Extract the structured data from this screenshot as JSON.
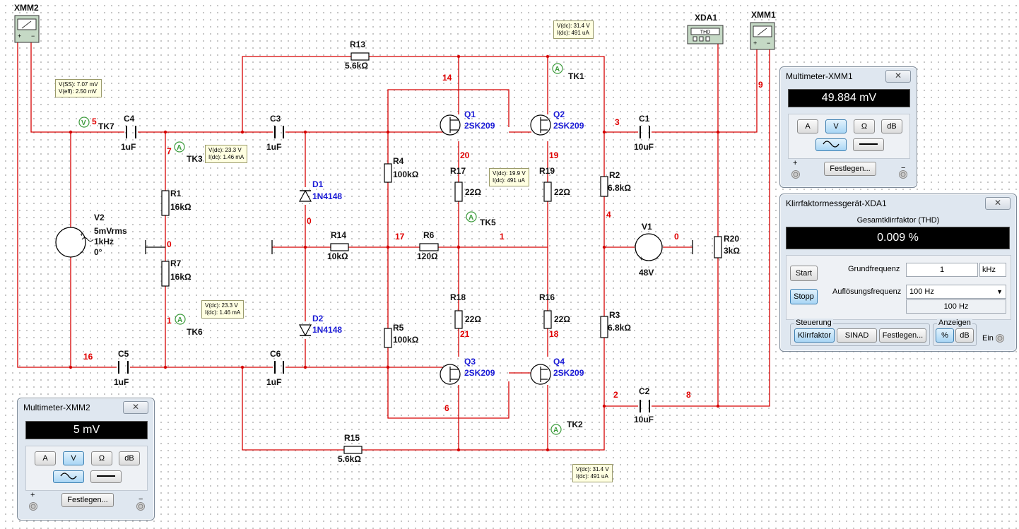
{
  "schematic": {
    "instruments": {
      "xmm2": "XMM2",
      "xda1": "XDA1",
      "xda1_face": "THD",
      "xmm1": "XMM1"
    },
    "components": [
      {
        "id": "r13",
        "ref": "R13",
        "value": "5.6kΩ"
      },
      {
        "id": "r15",
        "ref": "R15",
        "value": "5.6kΩ"
      },
      {
        "id": "c4",
        "ref": "C4",
        "value": "1uF"
      },
      {
        "id": "c3",
        "ref": "C3",
        "value": "1uF"
      },
      {
        "id": "c5",
        "ref": "C5",
        "value": "1uF"
      },
      {
        "id": "c6",
        "ref": "C6",
        "value": "1uF"
      },
      {
        "id": "c1",
        "ref": "C1",
        "value": "10uF"
      },
      {
        "id": "c2",
        "ref": "C2",
        "value": "10uF"
      },
      {
        "id": "r1",
        "ref": "R1",
        "value": "16kΩ"
      },
      {
        "id": "r7",
        "ref": "R7",
        "value": "16kΩ"
      },
      {
        "id": "v2",
        "ref": "V2",
        "value": "5mVrms",
        "extra1": "1kHz",
        "extra2": "0°"
      },
      {
        "id": "d1",
        "ref": "D1",
        "value": "1N4148"
      },
      {
        "id": "d2",
        "ref": "D2",
        "value": "1N4148"
      },
      {
        "id": "r14",
        "ref": "R14",
        "value": "10kΩ"
      },
      {
        "id": "r6",
        "ref": "R6",
        "value": "120Ω"
      },
      {
        "id": "r4",
        "ref": "R4",
        "value": "100kΩ"
      },
      {
        "id": "r5",
        "ref": "R5",
        "value": "100kΩ"
      },
      {
        "id": "r17",
        "ref": "R17",
        "value": "22Ω"
      },
      {
        "id": "r19",
        "ref": "R19",
        "value": "22Ω"
      },
      {
        "id": "r18",
        "ref": "R18",
        "value": "22Ω"
      },
      {
        "id": "r16",
        "ref": "R16",
        "value": "22Ω"
      },
      {
        "id": "q1",
        "ref": "Q1",
        "value": "2SK209"
      },
      {
        "id": "q2",
        "ref": "Q2",
        "value": "2SK209"
      },
      {
        "id": "q3",
        "ref": "Q3",
        "value": "2SK209"
      },
      {
        "id": "q4",
        "ref": "Q4",
        "value": "2SK209"
      },
      {
        "id": "r2",
        "ref": "R2",
        "value": "6.8kΩ"
      },
      {
        "id": "r3",
        "ref": "R3",
        "value": "6.8kΩ"
      },
      {
        "id": "v1",
        "ref": "V1",
        "value": "48V"
      },
      {
        "id": "r20",
        "ref": "R20",
        "value": "3kΩ"
      }
    ],
    "nets": [
      "5",
      "14",
      "20",
      "19",
      "3",
      "9",
      "0",
      "17",
      "1",
      "4",
      "0",
      "16",
      "21",
      "18",
      "6",
      "2",
      "8",
      "0",
      "1",
      "7"
    ],
    "probes": [
      {
        "id": "tk1",
        "name": "TK1",
        "line1": "V(dc): 31.4 V",
        "line2": "I(dc): 491 uA"
      },
      {
        "id": "tk2",
        "name": "TK2",
        "line1": "V(dc): 31.4 V",
        "line2": "I(dc): 491 uA"
      },
      {
        "id": "tk3",
        "name": "TK3",
        "line1": "V(dc): 23.3 V",
        "line2": "I(dc): 1.46 mA"
      },
      {
        "id": "tk5",
        "name": "TK5",
        "line1": "V(dc): 19.9 V",
        "line2": "I(dc): 491 uA"
      },
      {
        "id": "tk6",
        "name": "TK6",
        "line1": "V(dc): 23.3 V",
        "line2": "I(dc): 1.46 mA"
      },
      {
        "id": "tk7",
        "name": "TK7",
        "line1": "V(SS): 7.07 mV",
        "line2": "V(eff): 2.50 mV"
      }
    ]
  },
  "multimeter_xmm1": {
    "title": "Multimeter-XMM1",
    "reading": "49.884 mV",
    "buttons": {
      "a": "A",
      "v": "V",
      "ohm": "Ω",
      "db": "dB"
    },
    "selected": "V",
    "mode": "ac",
    "set_button": "Festlegen...",
    "plus": "+",
    "minus": "−"
  },
  "multimeter_xmm2": {
    "title": "Multimeter-XMM2",
    "reading": "5 mV",
    "buttons": {
      "a": "A",
      "v": "V",
      "ohm": "Ω",
      "db": "dB"
    },
    "selected": "V",
    "mode": "ac",
    "set_button": "Festlegen...",
    "plus": "+",
    "minus": "−"
  },
  "distortion_xda1": {
    "title": "Klirrfaktormessgerät-XDA1",
    "header": "Gesamtklirrfaktor (THD)",
    "reading": "0.009 %",
    "start": "Start",
    "stop": "Stopp",
    "fundamental_label": "Grundfrequenz",
    "fundamental_value": "1",
    "fundamental_unit": "kHz",
    "resolution_label": "Auflösungsfrequenz",
    "resolution_selected": "100 Hz",
    "resolution_display": "100 Hz",
    "control_label": "Steuerung",
    "control_buttons": [
      "Klirrfaktor",
      "SINAD",
      "Festlegen..."
    ],
    "display_label": "Anzeigen",
    "display_buttons": [
      "%",
      "dB"
    ],
    "ein_label": "Ein"
  }
}
